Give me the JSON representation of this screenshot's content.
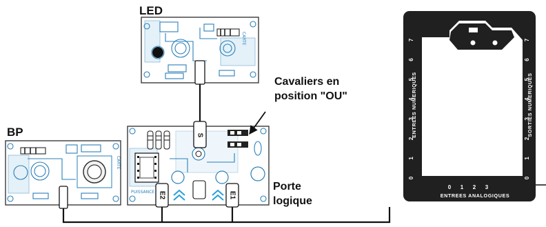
{
  "labels": {
    "led": "LED",
    "bp": "BP",
    "cavaliers_line1": "Cavaliers en",
    "cavaliers_line2": "position \"OU\"",
    "porte_line1": "Porte",
    "porte_line2": "logique"
  },
  "plugs": {
    "s": "S",
    "e1": "E1",
    "e2": "E2"
  },
  "arduino": {
    "left_label": "ENTREES NUMERIQUES",
    "right_label": "SORTIES NUMERIQUES",
    "bottom_label": "ENTREES ANALOGIQUES",
    "left_numbers": [
      "0",
      "1",
      "2",
      "3",
      "4",
      "5",
      "6",
      "7"
    ],
    "right_numbers": [
      "0",
      "1",
      "2",
      "3",
      "4",
      "5",
      "6",
      "7"
    ],
    "bottom_numbers": [
      "0",
      "1",
      "2",
      "3"
    ]
  },
  "board_text": {
    "carte_led": "CARTE",
    "carte_bp": "CARTE",
    "puissance": "PUISSANCE"
  }
}
